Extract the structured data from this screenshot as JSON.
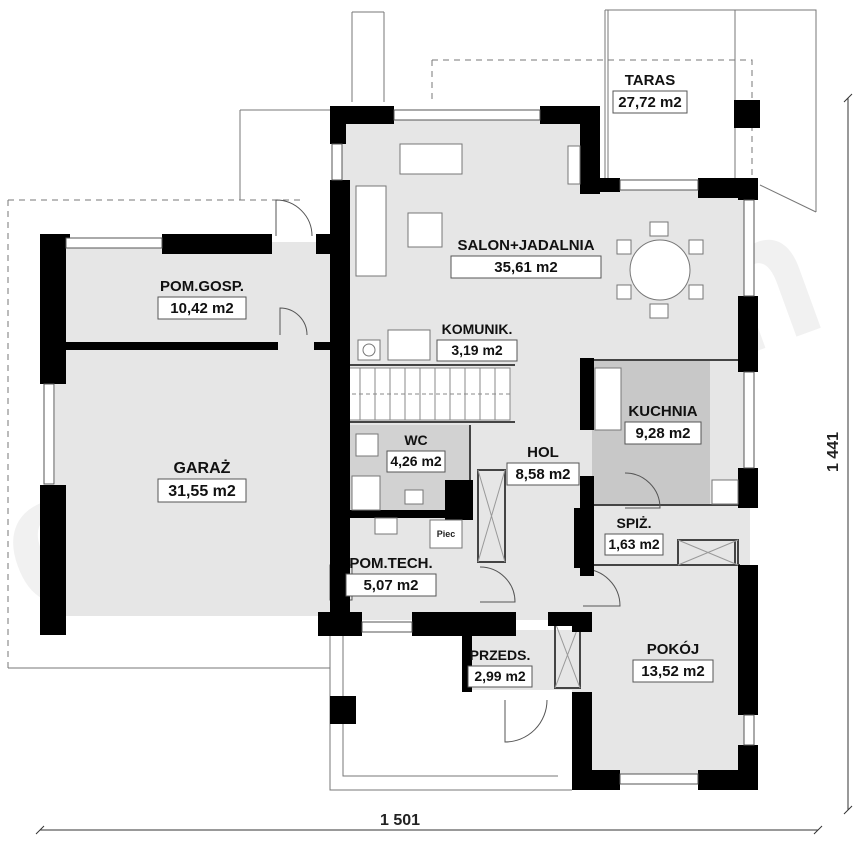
{
  "rooms": [
    {
      "id": "taras",
      "name": "TARAS",
      "area": "27,72 m2"
    },
    {
      "id": "salon",
      "name": "SALON+JADALNIA",
      "area": "35,61 m2"
    },
    {
      "id": "pomgosp",
      "name": "POM.GOSP.",
      "area": "10,42 m2"
    },
    {
      "id": "komunik",
      "name": "KOMUNIK.",
      "area": "3,19 m2"
    },
    {
      "id": "kuchnia",
      "name": "KUCHNIA",
      "area": "9,28 m2"
    },
    {
      "id": "wc",
      "name": "WC",
      "area": "4,26 m2"
    },
    {
      "id": "hol",
      "name": "HOL",
      "area": "8,58 m2"
    },
    {
      "id": "garaz",
      "name": "GARAŻ",
      "area": "31,55 m2"
    },
    {
      "id": "spiz",
      "name": "SPIŻ.",
      "area": "1,63 m2"
    },
    {
      "id": "pomtech",
      "name": "POM.TECH.",
      "area": "5,07 m2"
    },
    {
      "id": "przeds",
      "name": "PRZEDS.",
      "area": "2,99 m2"
    },
    {
      "id": "pokoj",
      "name": "POKÓJ",
      "area": "13,52 m2"
    }
  ],
  "fixtures": {
    "piec": "Piec"
  },
  "dimensions": {
    "width": "1 501",
    "depth": "1 441"
  },
  "watermark": "extradom",
  "colors": {
    "wall": "#000000",
    "floor": "#e6e6e6",
    "kitchen": "#c8c8c8",
    "wc": "#d2d2d2",
    "line": "#444444"
  }
}
